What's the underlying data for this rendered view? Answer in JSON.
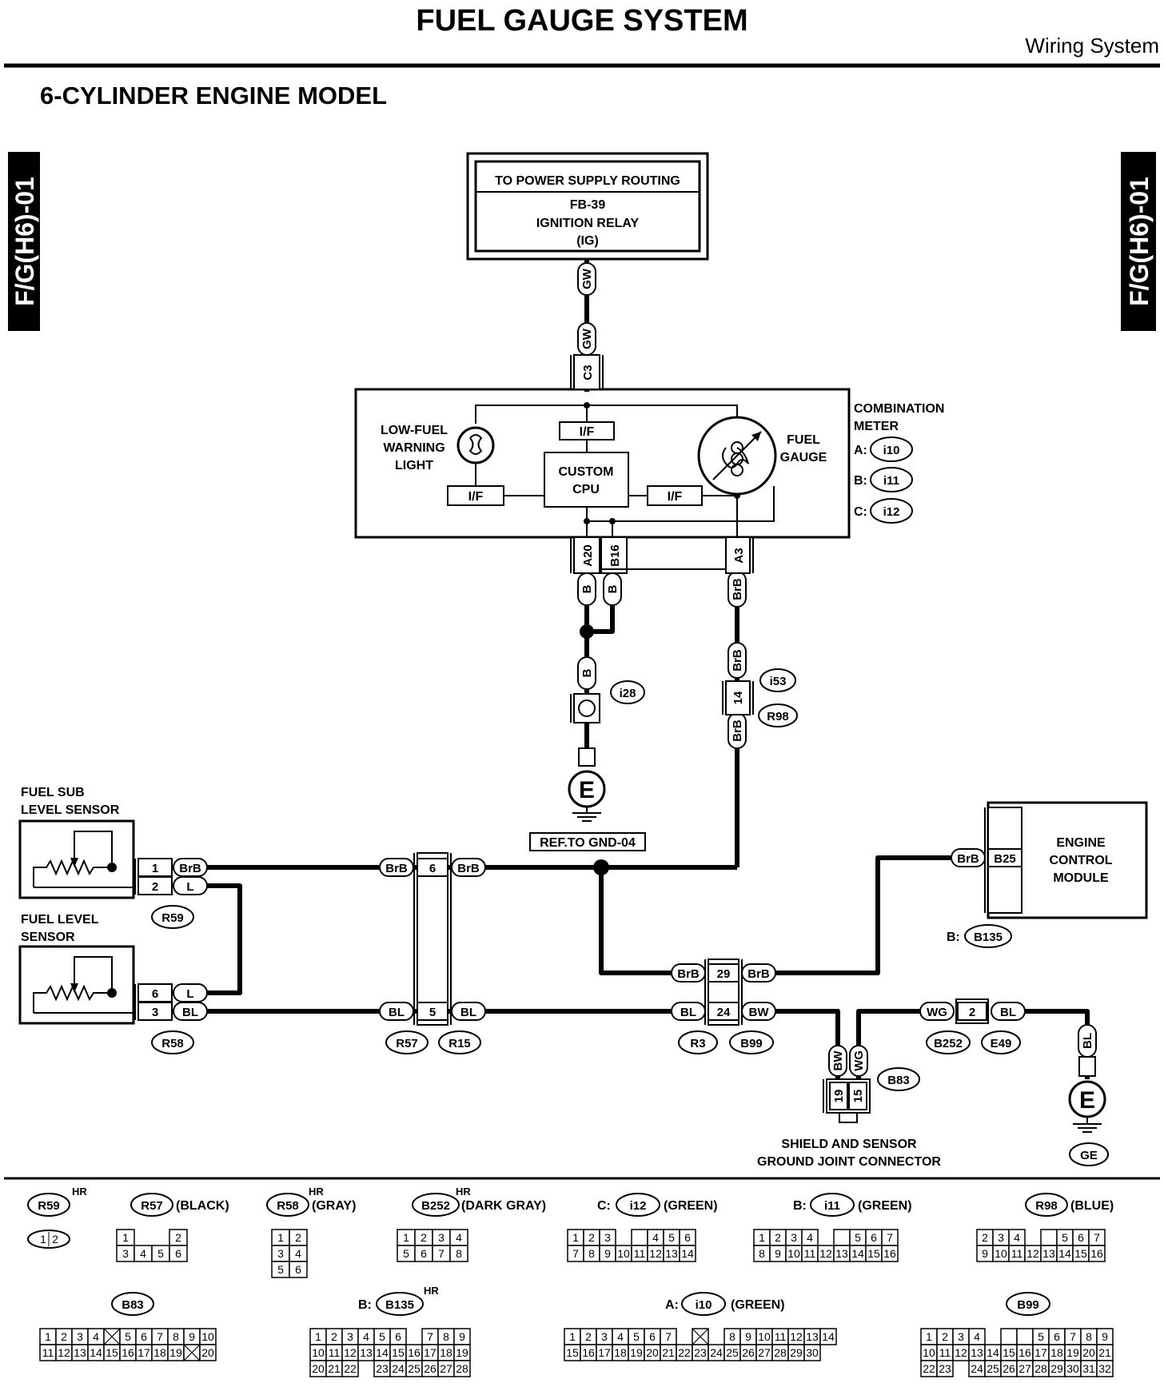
{
  "header": {
    "title": "FUEL GAUGE SYSTEM",
    "section": "Wiring System",
    "subtitle": "6-CYLINDER ENGINE MODEL",
    "side_tab_left": "F/G(H6)-01",
    "side_tab_right": "F/G(H6)-01"
  },
  "power_box": {
    "title": "TO POWER SUPPLY ROUTING",
    "line1": "FB-39",
    "line2": "IGNITION RELAY",
    "line3": "(IG)"
  },
  "combination_meter": {
    "label_line1": "COMBINATION",
    "label_line2": "METER",
    "conn_a_prefix": "A:",
    "conn_a": "i10",
    "conn_b_prefix": "B:",
    "conn_b": "i11",
    "conn_c_prefix": "C:",
    "conn_c": "i12",
    "low_fuel_line1": "LOW-FUEL",
    "low_fuel_line2": "WARNING",
    "low_fuel_line3": "LIGHT",
    "if_label": "I/F",
    "cpu_line1": "CUSTOM",
    "cpu_line2": "CPU",
    "gauge_line1": "FUEL",
    "gauge_line2": "GAUGE",
    "pin_c3": "C3",
    "pin_a20": "A20",
    "pin_b16": "B16",
    "pin_a3": "A3"
  },
  "wires": {
    "gw": "GW",
    "b": "B",
    "brb": "BrB",
    "l": "L",
    "bl": "BL",
    "bw": "BW",
    "wg": "WG"
  },
  "ground": {
    "i28": "i28",
    "e": "E",
    "ref": "REF.TO GND-04",
    "ge": "GE"
  },
  "connectors": {
    "i53": "i53",
    "r98": "R98",
    "pin14": "14",
    "r59": "R59",
    "r58": "R58",
    "r57": "R57",
    "r15": "R15",
    "r3": "R3",
    "b99": "B99",
    "b83": "B83",
    "b252": "B252",
    "e49": "E49",
    "b135_prefix": "B:",
    "b135": "B135",
    "b25": "B25",
    "p1": "1",
    "p2": "2",
    "p6": "6",
    "p3": "3",
    "p5": "5",
    "p29": "29",
    "p24": "24",
    "p19": "19",
    "p15": "15"
  },
  "sensors": {
    "sub_line1": "FUEL SUB",
    "sub_line2": "LEVEL SENSOR",
    "main_line1": "FUEL LEVEL",
    "main_line2": "SENSOR"
  },
  "ecm": {
    "line1": "ENGINE",
    "line2": "CONTROL",
    "line3": "MODULE"
  },
  "shield": {
    "line1": "SHIELD AND SENSOR",
    "line2": "GROUND JOINT CONNECTOR"
  },
  "legend": {
    "r59": "R59",
    "r59_sup": "HR",
    "r57": "R57",
    "r57_color": "(BLACK)",
    "r58": "R58",
    "r58_sup": "HR",
    "r58_color": "(GRAY)",
    "b252": "B252",
    "b252_sup": "HR",
    "b252_color": "(DARK GRAY)",
    "i12_prefix": "C:",
    "i12": "i12",
    "i12_color": "(GREEN)",
    "i11_prefix": "B:",
    "i11": "i11",
    "i11_color": "(GREEN)",
    "r98": "R98",
    "r98_color": "(BLUE)",
    "b83": "B83",
    "b135_prefix": "B:",
    "b135": "B135",
    "b135_sup": "HR",
    "i10_prefix": "A:",
    "i10": "i10",
    "i10_color": "(GREEN)",
    "b99": "B99"
  }
}
